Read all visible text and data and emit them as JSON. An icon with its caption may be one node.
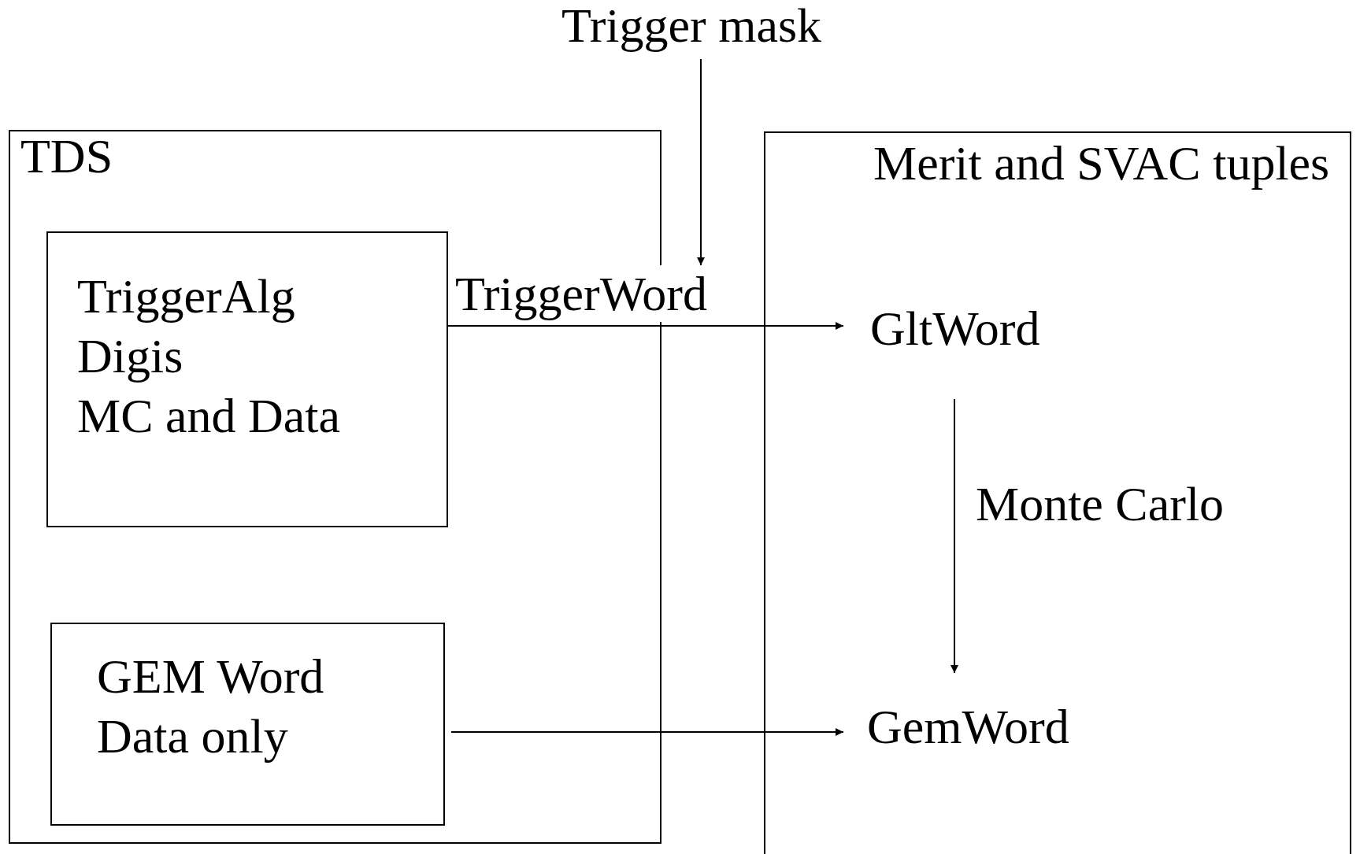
{
  "diagram": {
    "nodes": [
      {
        "text": [
          "TDS"
        ]
      },
      {
        "text": [
          "TriggerAlg",
          "Digis",
          "MC and Data"
        ],
        "in": 0
      },
      {
        "text": [
          "GEM Word",
          "Data only"
        ],
        "in": 0
      },
      {
        "text": [
          "Merit and SVAC tuples"
        ]
      },
      {
        "text": [
          "GltWord"
        ],
        "in": 3
      },
      {
        "text": [
          "GemWord"
        ],
        "in": 3
      },
      {
        "text": [
          "Trigger mask"
        ]
      },
      {
        "text": [
          "TriggerWord"
        ]
      }
    ],
    "edges": [
      {
        "from": 6,
        "to": 7,
        "arrow": "to"
      },
      {
        "from": 1,
        "to": 4,
        "arrow": "to"
      },
      {
        "from": 4,
        "to": 5,
        "arrow": "to",
        "label": "Monte Carlo"
      },
      {
        "from": 2,
        "to": 5,
        "arrow": "to"
      }
    ]
  }
}
